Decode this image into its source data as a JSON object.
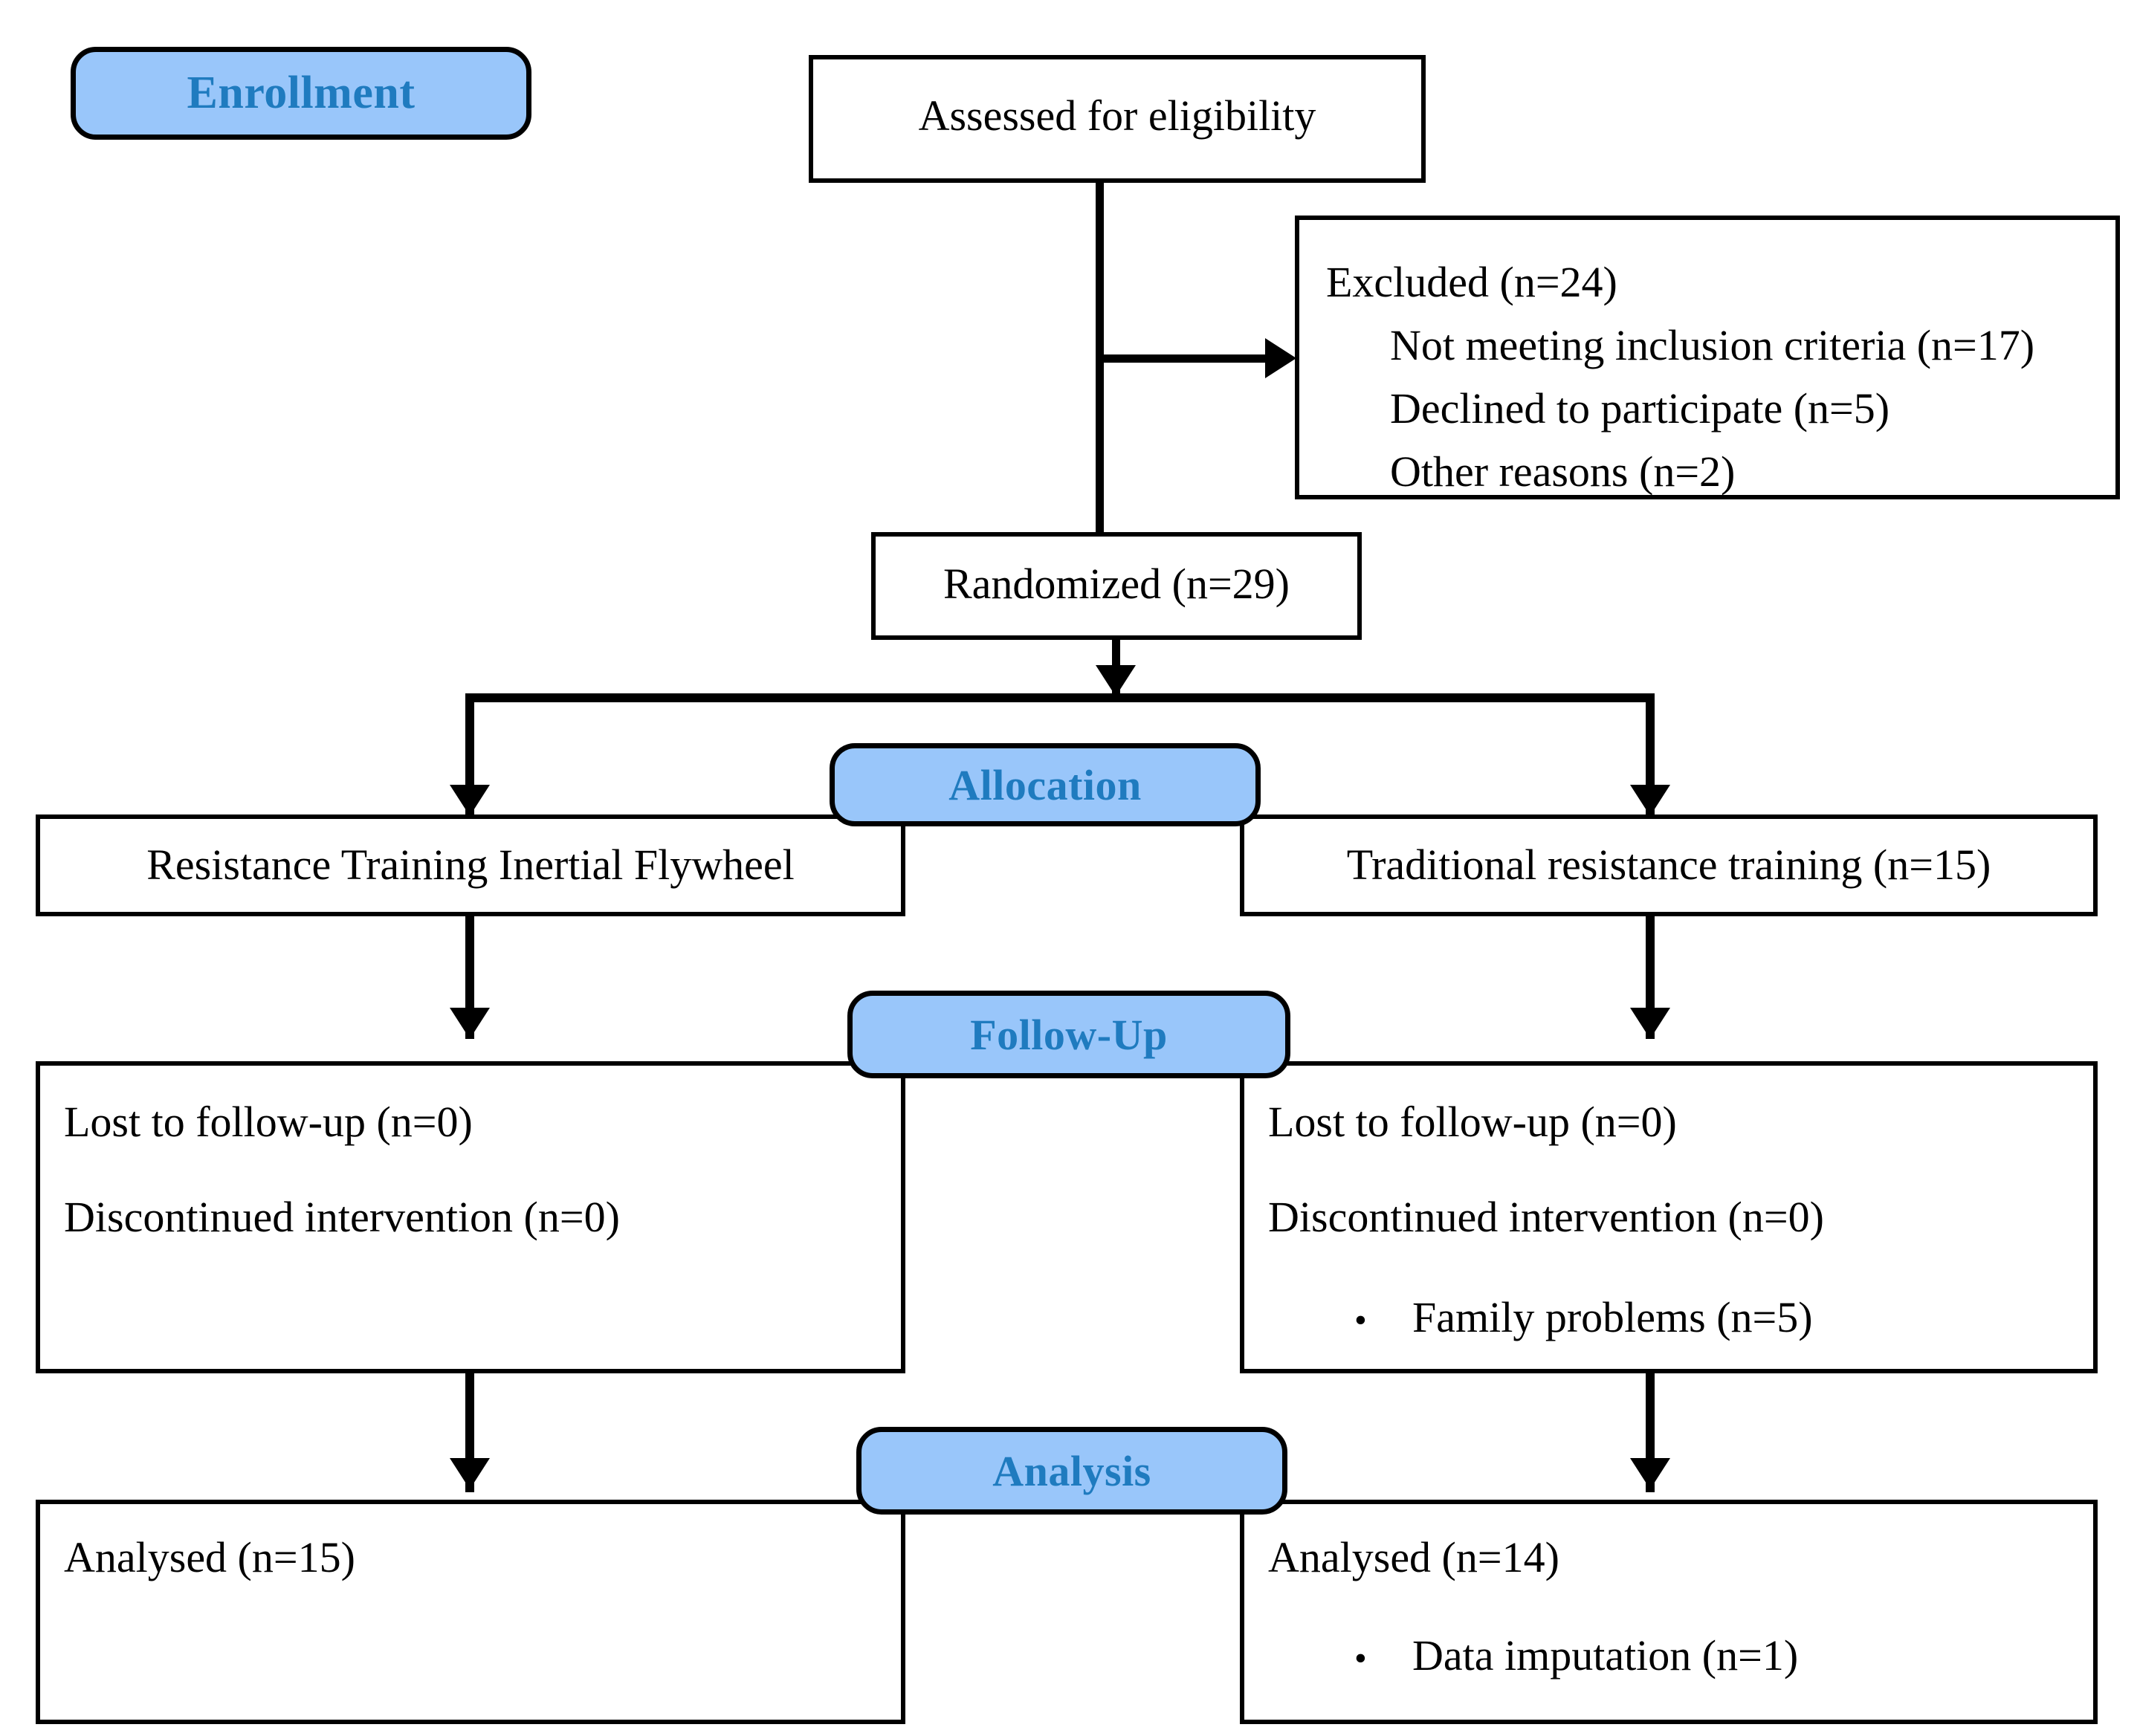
{
  "diagram": {
    "title": "CONSORT participant flow diagram",
    "accent_color": "#99c6fa",
    "label_color": "#1f7bbf",
    "line_color": "#000000",
    "background_color": "#ffffff"
  },
  "stages": {
    "enrollment": "Enrollment",
    "allocation": "Allocation",
    "follow_up": "Follow-Up",
    "analysis": "Analysis"
  },
  "boxes": {
    "assessed": {
      "line1": "Assessed for eligibility"
    },
    "excluded": {
      "line1": "Excluded (n=24)",
      "line2": "Not meeting inclusion criteria (n=17)",
      "line3": "Declined to participate (n=5)",
      "line4": "Other reasons (n=2)"
    },
    "randomized": {
      "line1": "Randomized (n=29)"
    },
    "alloc_left": {
      "line1": "Resistance Training Inertial Flywheel"
    },
    "alloc_right": {
      "line1": "Traditional resistance training (n=15)"
    },
    "followup_left": {
      "line1": "Lost to follow-up (n=0)",
      "line2": "Discontinued intervention (n=0)"
    },
    "followup_right": {
      "line1": "Lost to follow-up (n=0)",
      "line2": "Discontinued intervention (n=0)",
      "bullet1": "Family problems (n=5)",
      "bullet_glyph": "•"
    },
    "analysis_left": {
      "line1": "Analysed (n=15)"
    },
    "analysis_right": {
      "line1": "Analysed (n=14)",
      "bullet1": "Data imputation (n=1)",
      "bullet_glyph": "•"
    }
  }
}
